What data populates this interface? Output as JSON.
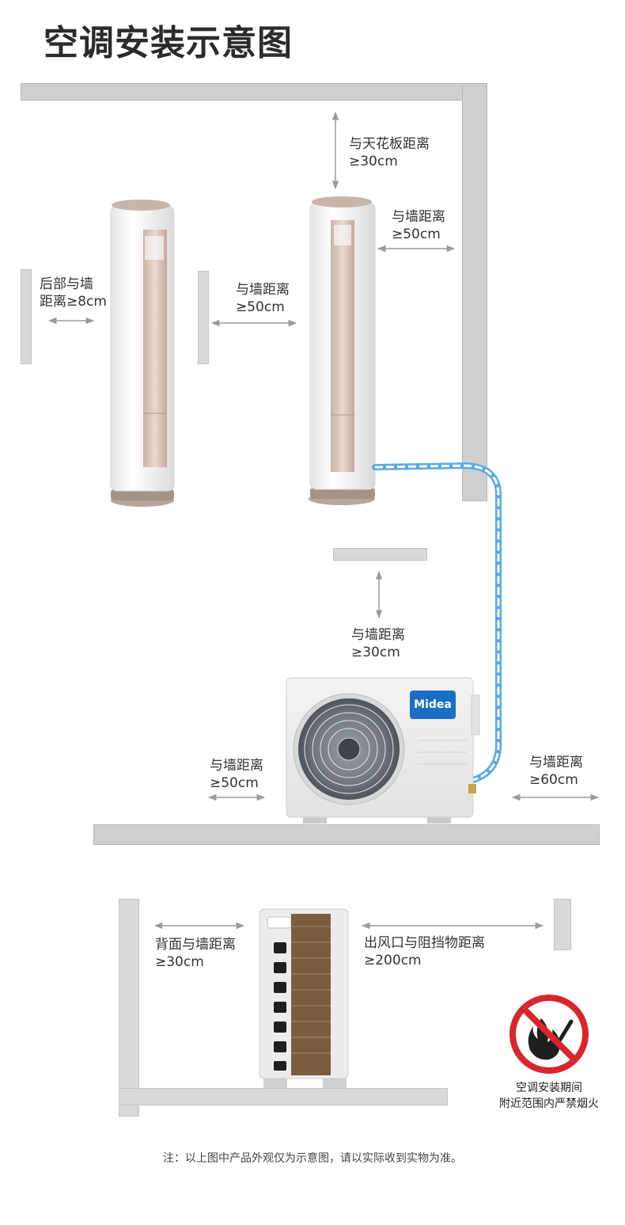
{
  "title": "空调安装示意图",
  "labels": {
    "ceiling_a": "与天花板距离",
    "ceiling_b": "≥30cm",
    "right_wall_a": "与墙距离",
    "right_wall_b": "≥50cm",
    "rear_a": "后部与墙",
    "rear_b": "距离≥8cm",
    "side_a": "与墙距离",
    "side_b": "≥50cm",
    "outdoor_top_a": "与墙距离",
    "outdoor_top_b": "≥30cm",
    "outdoor_left_a": "与墙距离",
    "outdoor_left_b": "≥50cm",
    "outdoor_right_a": "与墙距离",
    "outdoor_right_b": "≥60cm",
    "back_a": "背面与墙距离",
    "back_b": "≥30cm",
    "outlet_a": "出风口与阻挡物距离",
    "outlet_b": "≥200cm"
  },
  "brand": "Midea",
  "warning": {
    "line1": "空调安装期间",
    "line2": "附近范围内严禁烟火"
  },
  "note": "注：以上图中产品外观仅为示意图，请以实际收到实物为准。",
  "colors": {
    "pipe": "#5aa9e6",
    "wall": "#cfcfcf",
    "warning_red": "#d9262c",
    "brand_blue": "#1a6fc4"
  }
}
